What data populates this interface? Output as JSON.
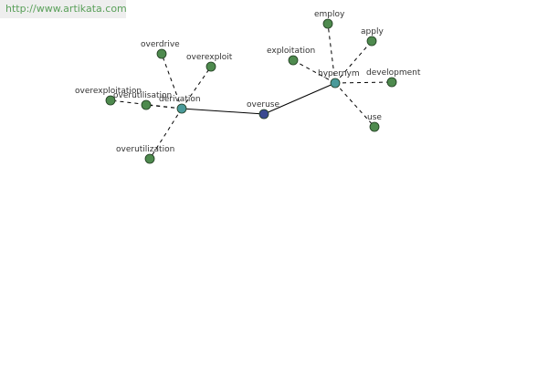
{
  "watermark": {
    "url": "http://www.artikata.com"
  },
  "colors": {
    "leaf": "#4e8a4e",
    "hub": "#4a9a9a",
    "center": "#3a4a90",
    "edge": "#000000"
  },
  "graph": {
    "nodes": [
      {
        "id": "overuse",
        "label": "overuse",
        "kind": "center"
      },
      {
        "id": "derivation",
        "label": "derivation",
        "kind": "hub"
      },
      {
        "id": "hypernym",
        "label": "hypernym",
        "kind": "hub"
      },
      {
        "id": "overdrive",
        "label": "overdrive",
        "kind": "leaf"
      },
      {
        "id": "overexploit",
        "label": "overexploit",
        "kind": "leaf"
      },
      {
        "id": "overexploitation",
        "label": "overexploitation",
        "kind": "leaf"
      },
      {
        "id": "overutilisation",
        "label": "overutilisation",
        "kind": "leaf"
      },
      {
        "id": "overutilization",
        "label": "overutilization",
        "kind": "leaf"
      },
      {
        "id": "employ",
        "label": "employ",
        "kind": "leaf"
      },
      {
        "id": "apply",
        "label": "apply",
        "kind": "leaf"
      },
      {
        "id": "exploitation",
        "label": "exploitation",
        "kind": "leaf"
      },
      {
        "id": "development",
        "label": "development",
        "kind": "leaf"
      },
      {
        "id": "use",
        "label": "use",
        "kind": "leaf"
      }
    ],
    "edges": [
      {
        "from": "derivation",
        "to": "overuse",
        "style": "solid"
      },
      {
        "from": "overuse",
        "to": "hypernym",
        "style": "solid"
      },
      {
        "from": "derivation",
        "to": "overdrive",
        "style": "dashed"
      },
      {
        "from": "derivation",
        "to": "overexploit",
        "style": "dashed"
      },
      {
        "from": "derivation",
        "to": "overexploitation",
        "style": "dashed"
      },
      {
        "from": "derivation",
        "to": "overutilisation",
        "style": "dashed"
      },
      {
        "from": "derivation",
        "to": "overutilization",
        "style": "dashed"
      },
      {
        "from": "hypernym",
        "to": "employ",
        "style": "dashed"
      },
      {
        "from": "hypernym",
        "to": "apply",
        "style": "dashed"
      },
      {
        "from": "hypernym",
        "to": "exploitation",
        "style": "dashed"
      },
      {
        "from": "hypernym",
        "to": "development",
        "style": "dashed"
      },
      {
        "from": "hypernym",
        "to": "use",
        "style": "dashed"
      }
    ]
  }
}
